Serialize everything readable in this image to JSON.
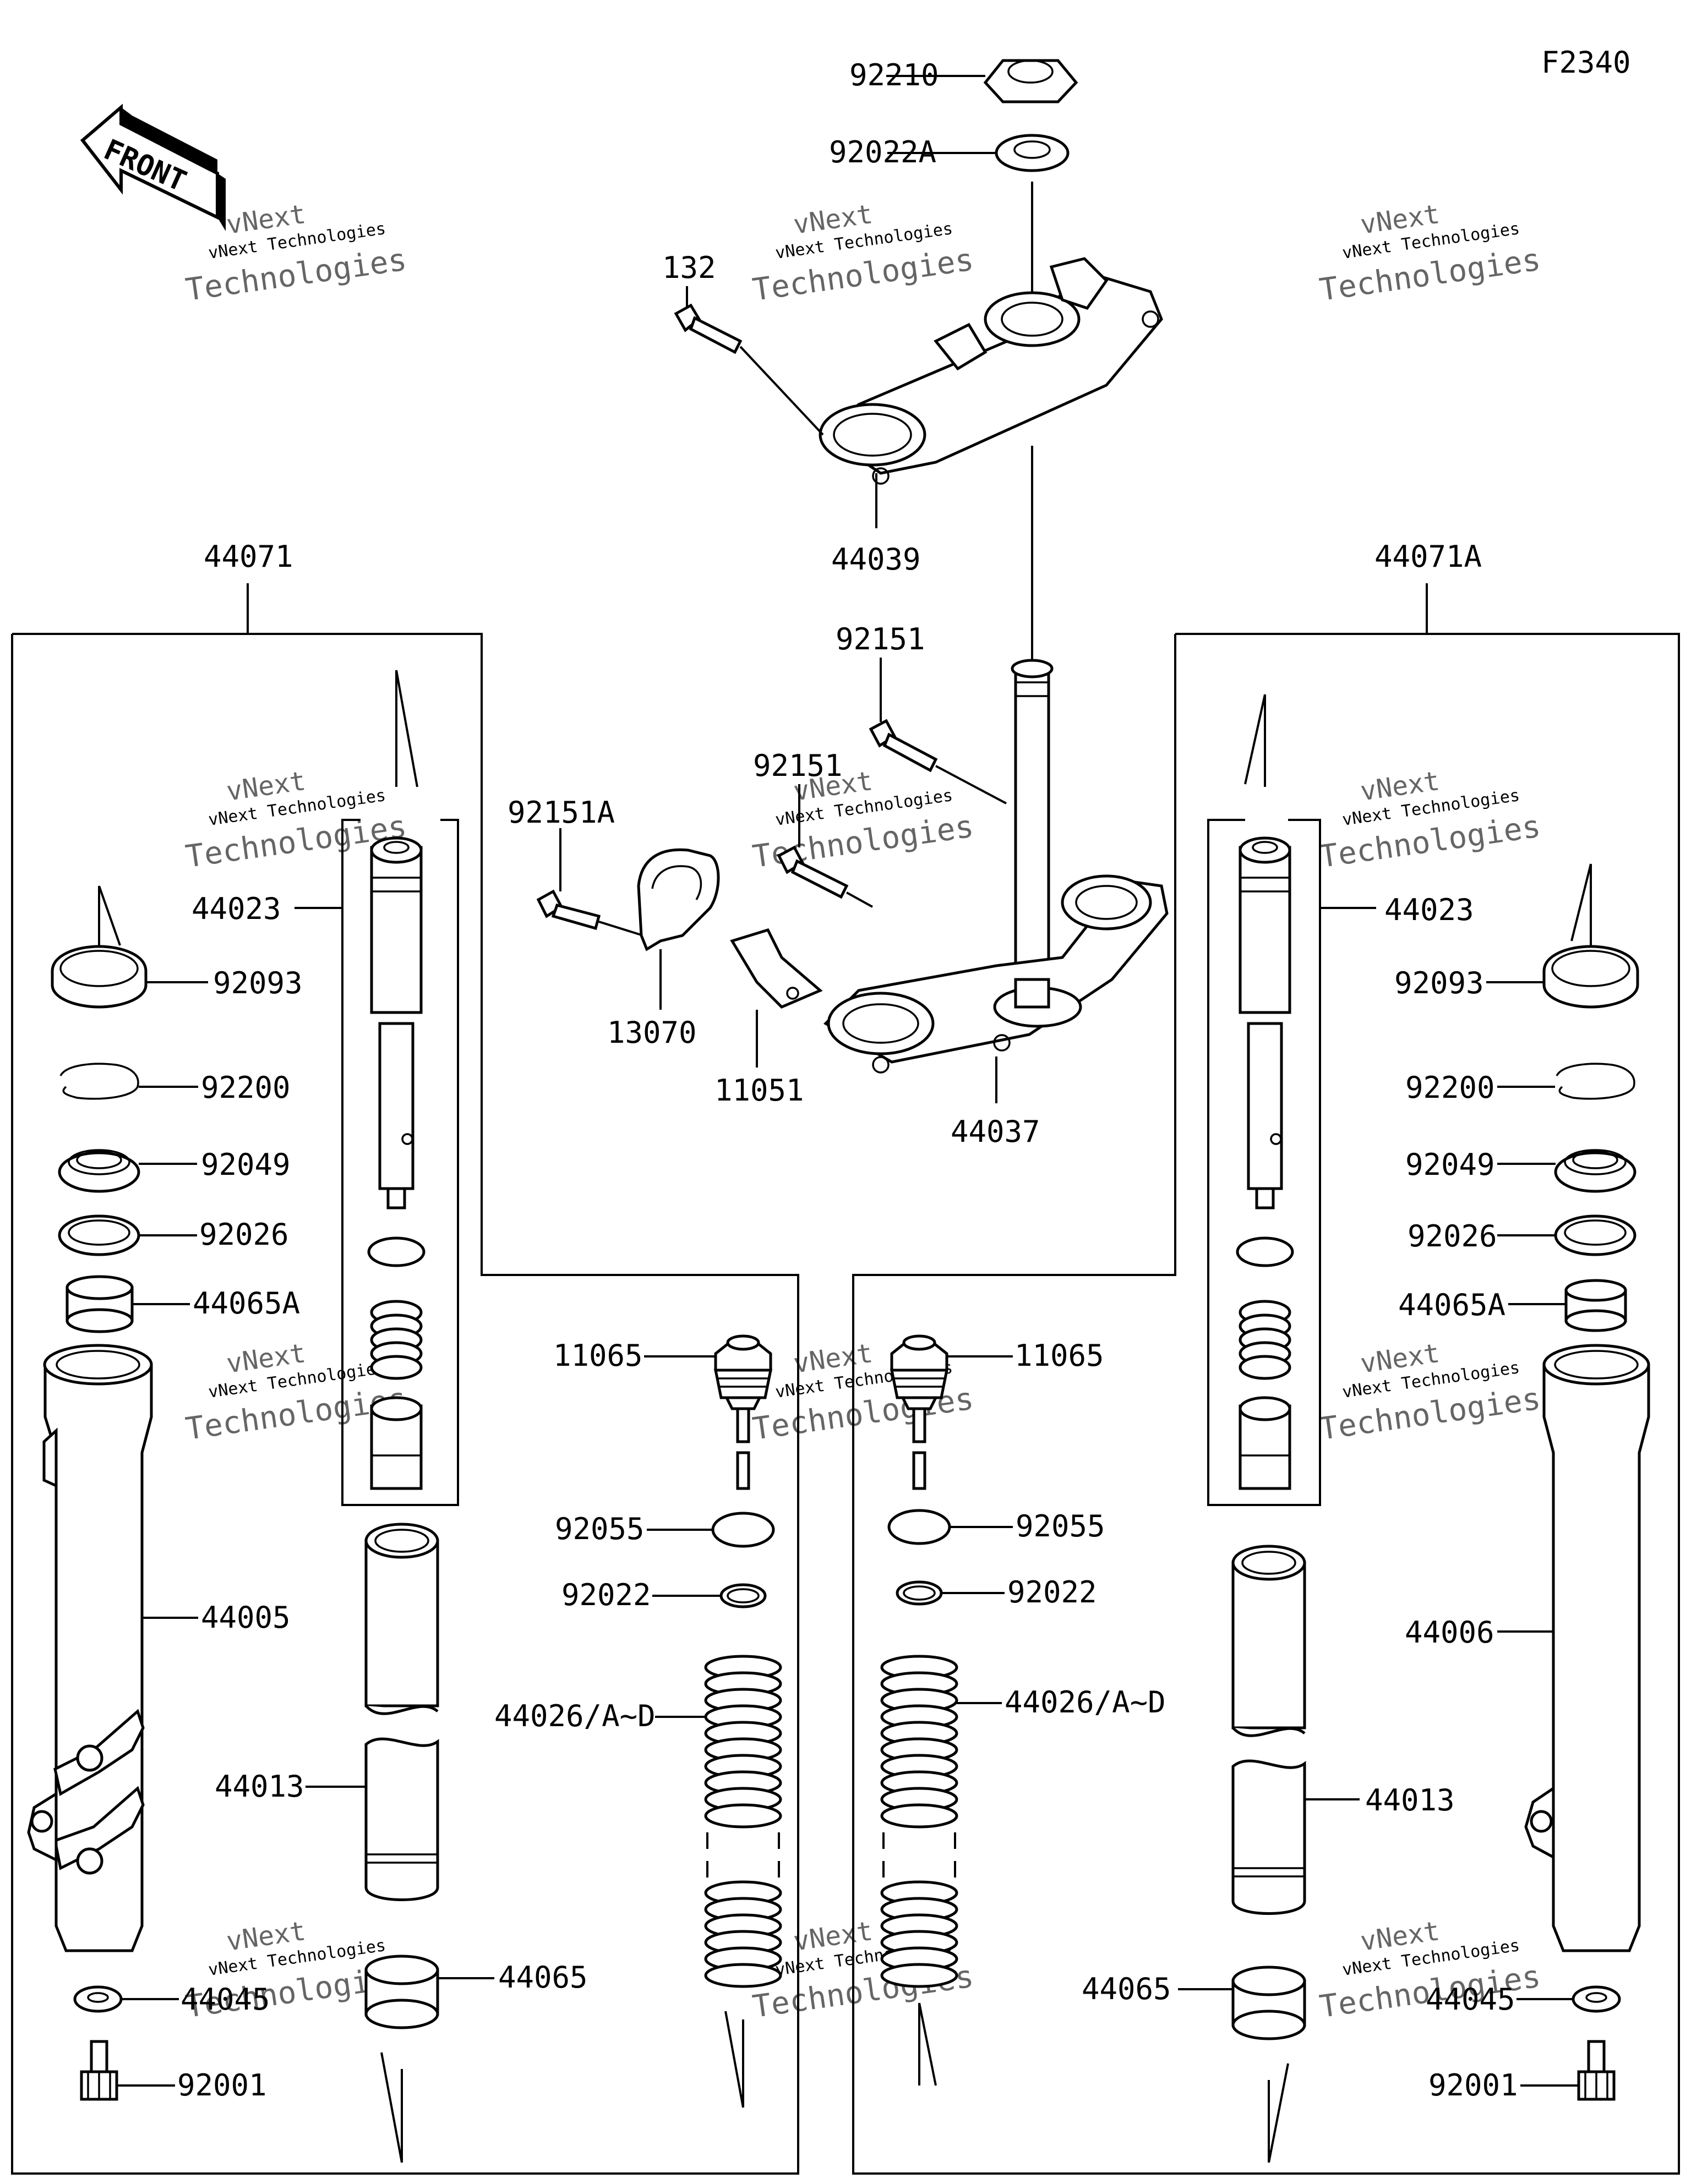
{
  "diagram_id": "F2340",
  "front_label": "FRONT",
  "watermark": {
    "line1": "vNext Technologies",
    "line2": "Technologies",
    "logo_text": "vNext"
  },
  "parts": {
    "p92210": "92210",
    "p92022A": "92022A",
    "p132": "132",
    "p44039": "44039",
    "p44071": "44071",
    "p44071A": "44071A",
    "p92151_top": "92151",
    "p92151_mid": "92151",
    "p92151A": "92151A",
    "p13070": "13070",
    "p11051": "11051",
    "p44037": "44037",
    "p44023_l": "44023",
    "p44023_r": "44023",
    "p92093_l": "92093",
    "p92093_r": "92093",
    "p92200_l": "92200",
    "p92200_r": "92200",
    "p92049_l": "92049",
    "p92049_r": "92049",
    "p92026_l": "92026",
    "p92026_r": "92026",
    "p44065A_l": "44065A",
    "p44065A_r": "44065A",
    "p11065_l": "11065",
    "p11065_r": "11065",
    "p92055_l": "92055",
    "p92055_r": "92055",
    "p92022_l": "92022",
    "p92022_r": "92022",
    "p44026_l": "44026/A~D",
    "p44026_r": "44026/A~D",
    "p44005": "44005",
    "p44006": "44006",
    "p44013_l": "44013",
    "p44013_r": "44013",
    "p44065_l": "44065",
    "p44065_r": "44065",
    "p44045_l": "44045",
    "p44045_r": "44045",
    "p92001_l": "92001",
    "p92001_r": "92001"
  }
}
